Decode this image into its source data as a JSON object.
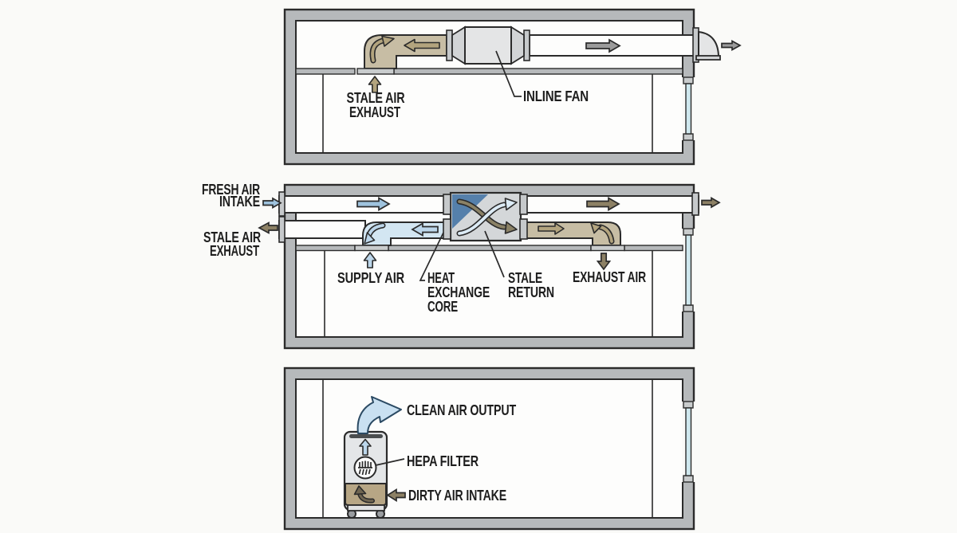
{
  "colors": {
    "bg": "#fafaf8",
    "interior": "#fdfdfc",
    "wall": "#b6b9bb",
    "plate": "#c9cccd",
    "ink": "#2b2b2b",
    "text": "#1d1d1d",
    "stale": "#c7bda4",
    "fresh": "#d3e6f2",
    "glass": "#cfe8ee",
    "core_accent": "#5580ab",
    "corelblue": "#dcebf5",
    "agray": "#9b9b9b",
    "atan": "#b3a47e",
    "abrown": "#8d8165",
    "abrown2": "#8b8266",
    "adark": "#6f6551",
    "ablue": "#9fc3de",
    "alblue": "#bcd6ea"
  },
  "top_system": {
    "labels": {
      "stale_air_exhaust": [
        "STALE AIR",
        "EXHAUST"
      ],
      "inline_fan": "INLINE FAN"
    }
  },
  "middle_system": {
    "labels": {
      "fresh_air_intake": [
        "FRESH AIR",
        "INTAKE"
      ],
      "stale_air_exhaust": [
        "STALE AIR",
        "EXHAUST"
      ],
      "supply_air": "SUPPLY AIR",
      "heat_exchange_core": [
        "HEAT",
        "EXCHANGE",
        "CORE"
      ],
      "stale_return": [
        "STALE",
        "RETURN"
      ],
      "exhaust_air": "EXHAUST AIR"
    }
  },
  "bottom_system": {
    "labels": {
      "clean_air_output": "CLEAN AIR OUTPUT",
      "hepa_filter": "HEPA FILTER",
      "dirty_air_intake": "DIRTY AIR INTAKE"
    }
  }
}
